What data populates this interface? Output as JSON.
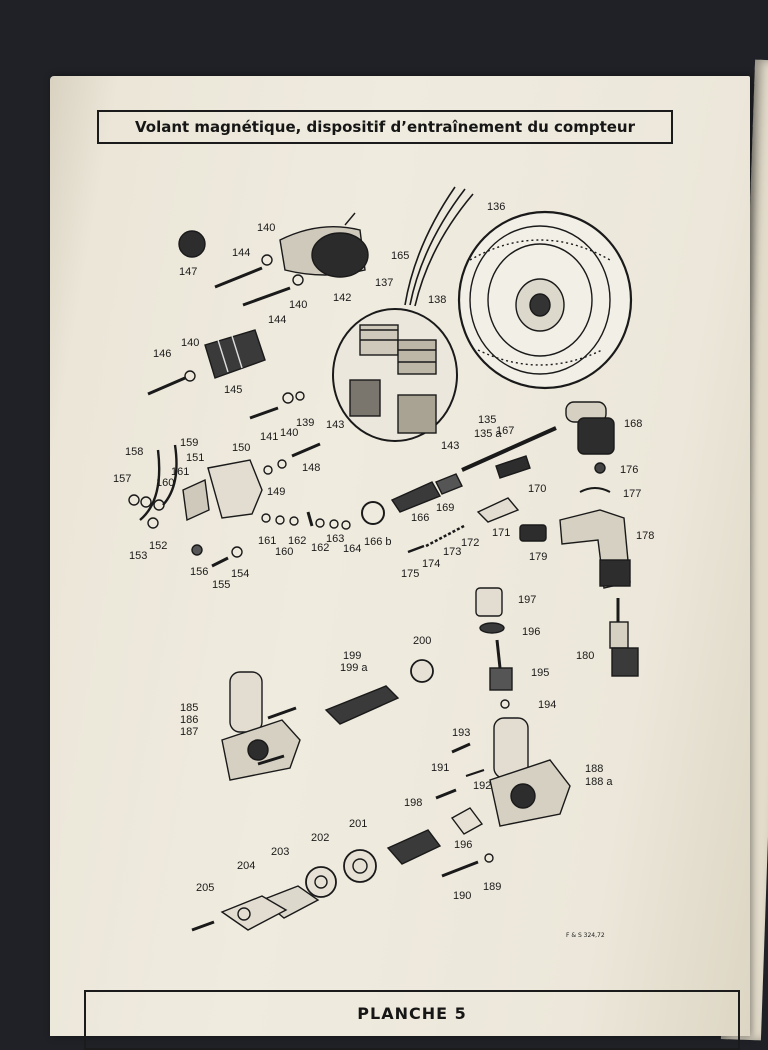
{
  "title": "Volant magnétique, dispositif d’entraînement du compteur",
  "footer": "PLANCHE 5",
  "reference_code": "F & S 324,72",
  "labels": {
    "l136": "136",
    "l165": "165",
    "l138": "138",
    "l137": "137",
    "l140a": "140",
    "l144a": "144",
    "l147": "147",
    "l142": "142",
    "l140b": "140",
    "l144b": "144",
    "l140c": "140",
    "l146": "146",
    "l145": "145",
    "l141": "141",
    "l140d": "140",
    "l139": "139",
    "l143a": "143",
    "l143b": "143",
    "l135": "135",
    "l135a": "135 a",
    "l167": "167",
    "l168": "168",
    "l158": "158",
    "l159": "159",
    "l150": "150",
    "l151": "151",
    "l148": "148",
    "l157": "157",
    "l161a": "161",
    "l160a": "160",
    "l149": "149",
    "l176": "176",
    "l177": "177",
    "l170": "170",
    "l169": "169",
    "l166": "166",
    "l152": "152",
    "l153": "153",
    "l161b": "161",
    "l160b": "160",
    "l162": "162",
    "l163": "163",
    "l164": "164",
    "l166b": "166 b",
    "l171": "171",
    "l172": "172",
    "l173": "173",
    "l174": "174",
    "l175": "175",
    "l179": "179",
    "l178": "178",
    "l156": "156",
    "l155": "155",
    "l154": "154",
    "l197": "197",
    "l196a": "196",
    "l200": "200",
    "l199": "199",
    "l199a": "199 a",
    "l195": "195",
    "l180": "180",
    "l194": "194",
    "l185": "185",
    "l186": "186",
    "l187": "187",
    "l193": "193",
    "l188": "188",
    "l188a": "188 a",
    "l191": "191",
    "l192": "192",
    "l198": "198",
    "l201": "201",
    "l202": "202",
    "l203": "203",
    "l196b": "196",
    "l204": "204",
    "l205": "205",
    "l189": "189",
    "l190": "190"
  }
}
